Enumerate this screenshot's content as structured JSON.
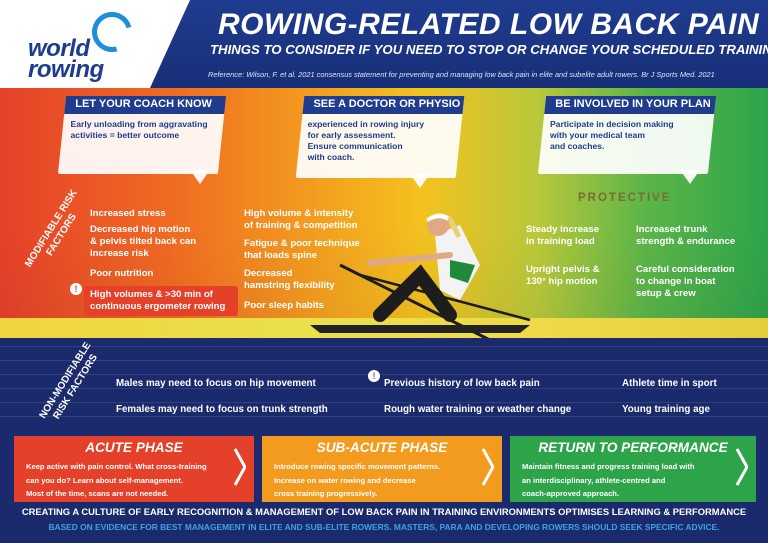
{
  "colors": {
    "navy": "#1a2a6c",
    "header_blue": "#1f3c8f",
    "red_orange": "#e5412a",
    "orange": "#f39b1f",
    "green": "#2ea44a",
    "link_blue": "#3fa2e6"
  },
  "logo": {
    "line1": "world",
    "line2": "rowing",
    "icon": "world-rowing-ring-icon"
  },
  "header": {
    "title": "ROWING-RELATED LOW BACK PAIN",
    "subtitle": "THINGS TO CONSIDER IF YOU NEED TO STOP OR CHANGE YOUR SCHEDULED TRAINING",
    "reference": "Reference: Wilson, F. et al. 2021 consensus statement for preventing and managing low back pain in elite and subelite adult rowers. Br J Sports Med. 2021"
  },
  "callouts": [
    {
      "title": "LET YOUR COACH KNOW",
      "lines": [
        "Early unloading from aggravating",
        "activities = better outcome"
      ]
    },
    {
      "title": "SEE A DOCTOR OR PHYSIO",
      "lines": [
        "experienced in rowing injury",
        "for early assessment.",
        "Ensure communication",
        "with coach."
      ]
    },
    {
      "title": "BE INVOLVED IN YOUR PLAN",
      "lines": [
        "Participate in decision making",
        "with your medical team",
        "and coaches."
      ]
    }
  ],
  "modifiable": {
    "label_line1": "MODIFIABLE RISK",
    "label_line2": "FACTORS",
    "col1": [
      "Increased stress",
      "Decreased hip motion\n& pelvis tilted back can\nincrease risk",
      "Poor nutrition",
      "High volumes & >30 min of\ncontinuous ergometer rowing"
    ],
    "col2": [
      "High volume & intensity\nof training & competition",
      "Fatigue & poor technique\nthat loads spine",
      "Decreased\nhamstring flexibility",
      "Poor sleep habits"
    ],
    "alert_mark": "!"
  },
  "protective": {
    "label": "PROTECTIVE",
    "col1": [
      "Steady increase\nin training load",
      "Upright pelvis &\n130° hip motion"
    ],
    "col2": [
      "Increased trunk\nstrength & endurance",
      "Careful consideration\nto change in boat\nsetup & crew"
    ]
  },
  "non_modifiable": {
    "label_line1": "NON-MODIFIABLE",
    "label_line2": "RISK FACTORS",
    "alert_mark": "!",
    "items": [
      "Males may need to focus on hip movement",
      "Females may need to focus on trunk strength",
      "Previous history of low back pain",
      "Rough water training or weather change",
      "Athlete time in sport",
      "Young training age"
    ]
  },
  "phases": [
    {
      "title": "ACUTE PHASE",
      "color": "#e5412a",
      "lines": [
        "Keep active with pain control. What cross-training",
        "can you do? Learn about self-management.",
        "Most of the time, scans are not needed."
      ]
    },
    {
      "title": "SUB-ACUTE PHASE",
      "color": "#f39b1f",
      "lines": [
        "Introduce rowing specific movement patterns.",
        "Increase on water rowing and decrease",
        "cross training progressively."
      ]
    },
    {
      "title": "RETURN TO PERFORMANCE",
      "color": "#2ea44a",
      "lines": [
        "Maintain fitness and progress training load with",
        "an interdisciplinary, athlete-centred and",
        "coach-approved approach."
      ]
    }
  ],
  "footer": {
    "line1": "CREATING A CULTURE OF EARLY RECOGNITION & MANAGEMENT OF LOW BACK PAIN IN TRAINING ENVIRONMENTS OPTIMISES LEARNING & PERFORMANCE",
    "line2": "BASED ON EVIDENCE FOR BEST MANAGEMENT IN ELITE AND SUB-ELITE ROWERS. MASTERS, PARA AND DEVELOPING ROWERS SHOULD SEEK SPECIFIC ADVICE."
  }
}
